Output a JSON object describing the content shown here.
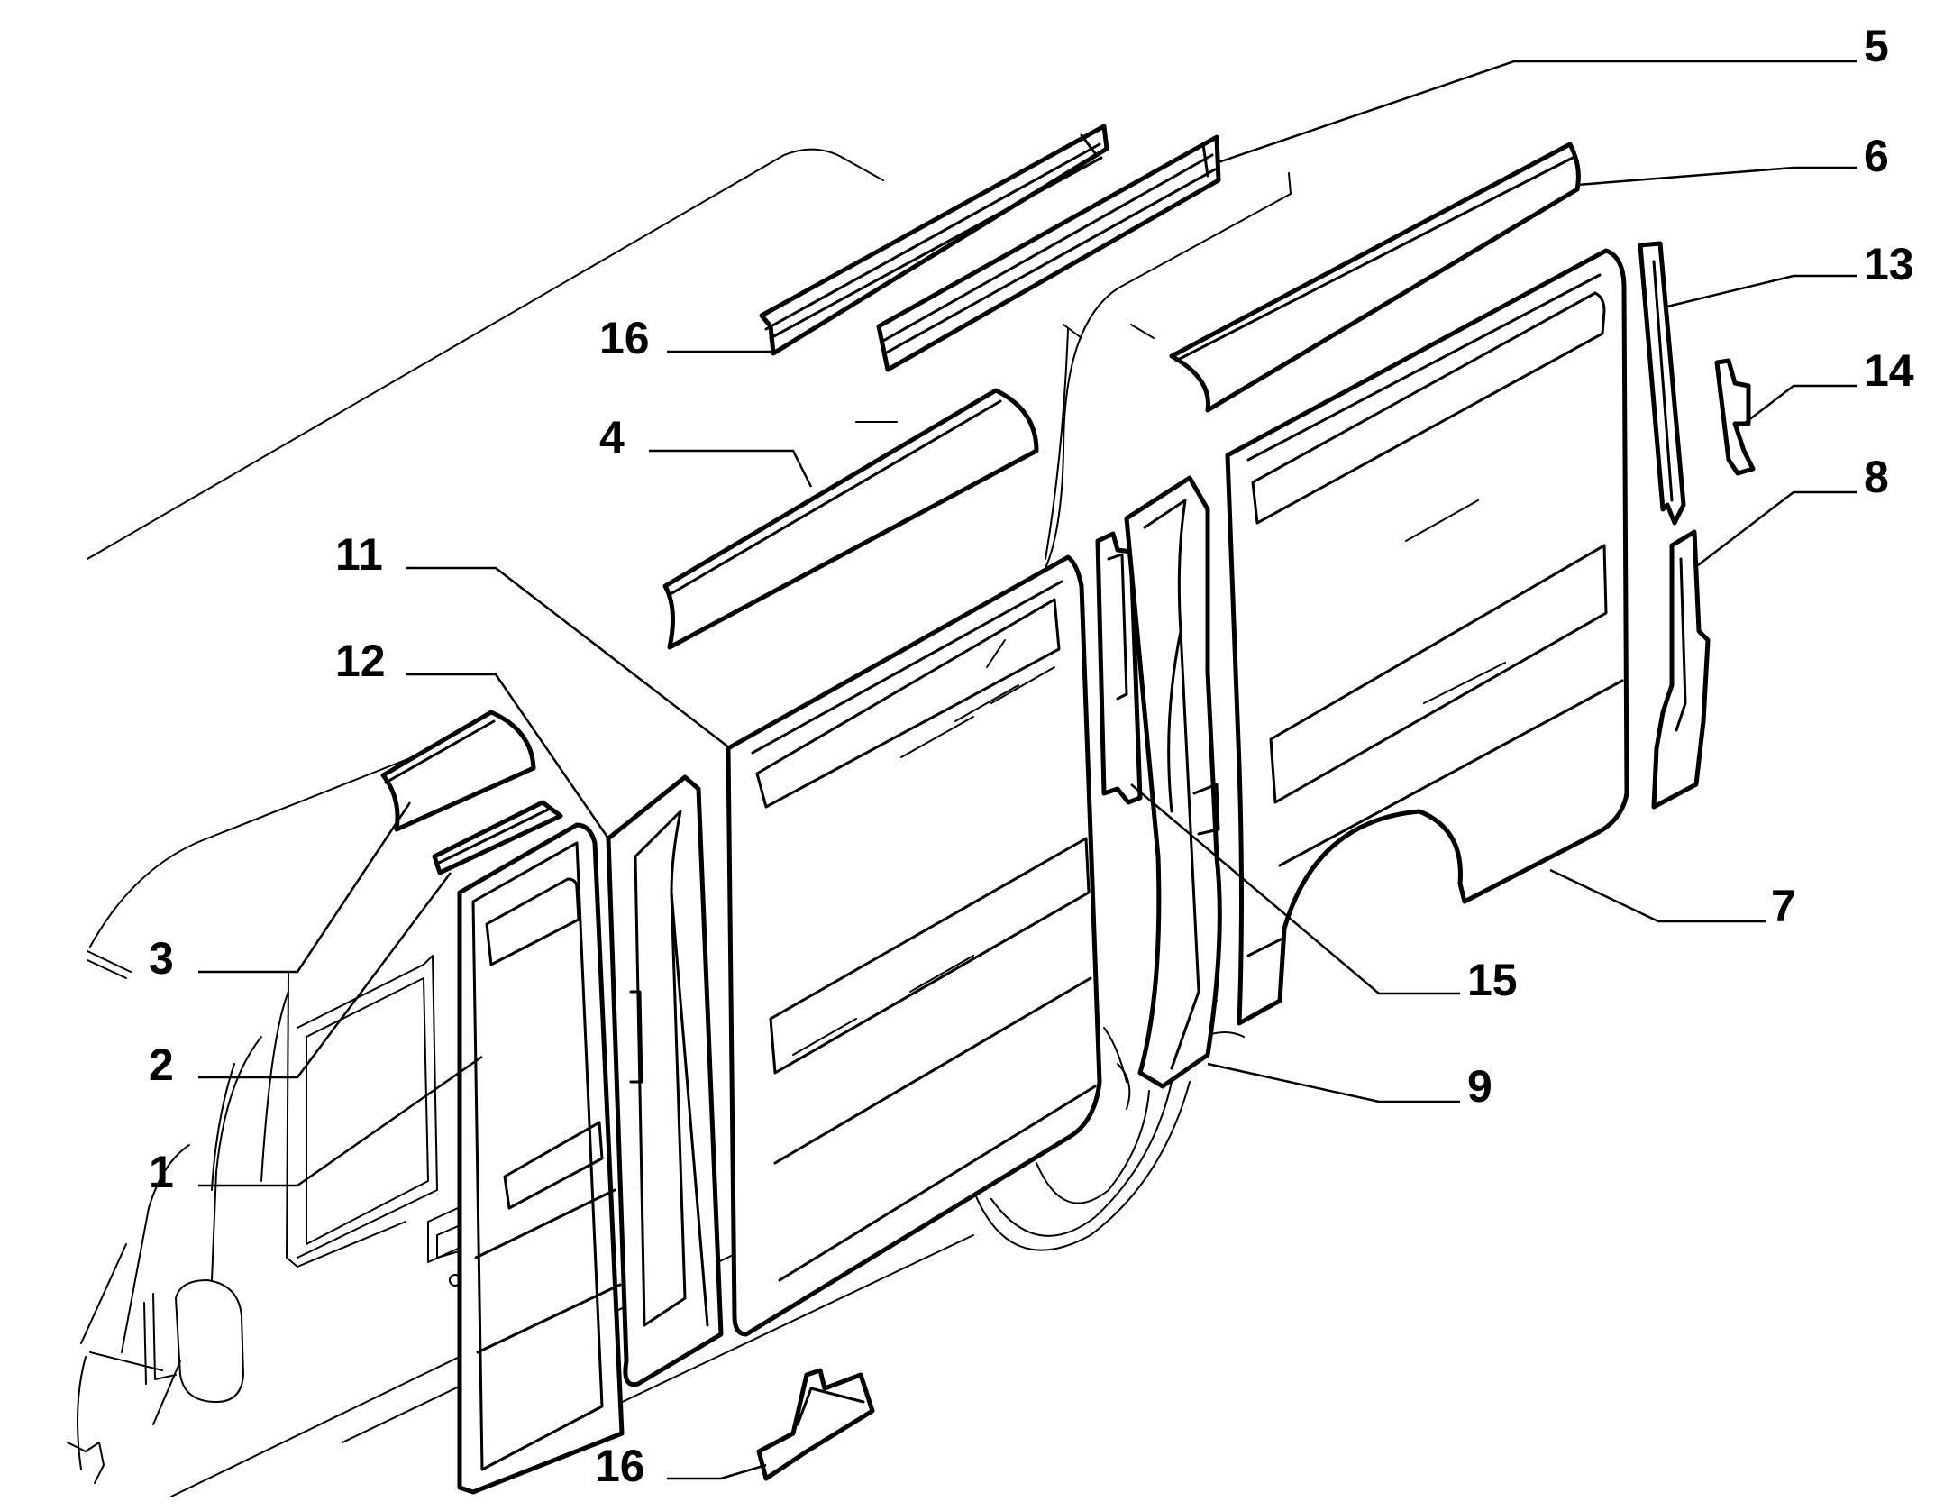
{
  "callouts": [
    {
      "id": "c1",
      "label": "1"
    },
    {
      "id": "c2",
      "label": "2"
    },
    {
      "id": "c3",
      "label": "3"
    },
    {
      "id": "c4",
      "label": "4"
    },
    {
      "id": "c5",
      "label": "5"
    },
    {
      "id": "c6",
      "label": "6"
    },
    {
      "id": "c7",
      "label": "7"
    },
    {
      "id": "c8",
      "label": "8"
    },
    {
      "id": "c9",
      "label": "9"
    },
    {
      "id": "c11",
      "label": "11"
    },
    {
      "id": "c12",
      "label": "12"
    },
    {
      "id": "c13",
      "label": "13"
    },
    {
      "id": "c14",
      "label": "14"
    },
    {
      "id": "c15",
      "label": "15"
    },
    {
      "id": "c16a",
      "label": "16"
    },
    {
      "id": "c16b",
      "label": "16"
    }
  ]
}
